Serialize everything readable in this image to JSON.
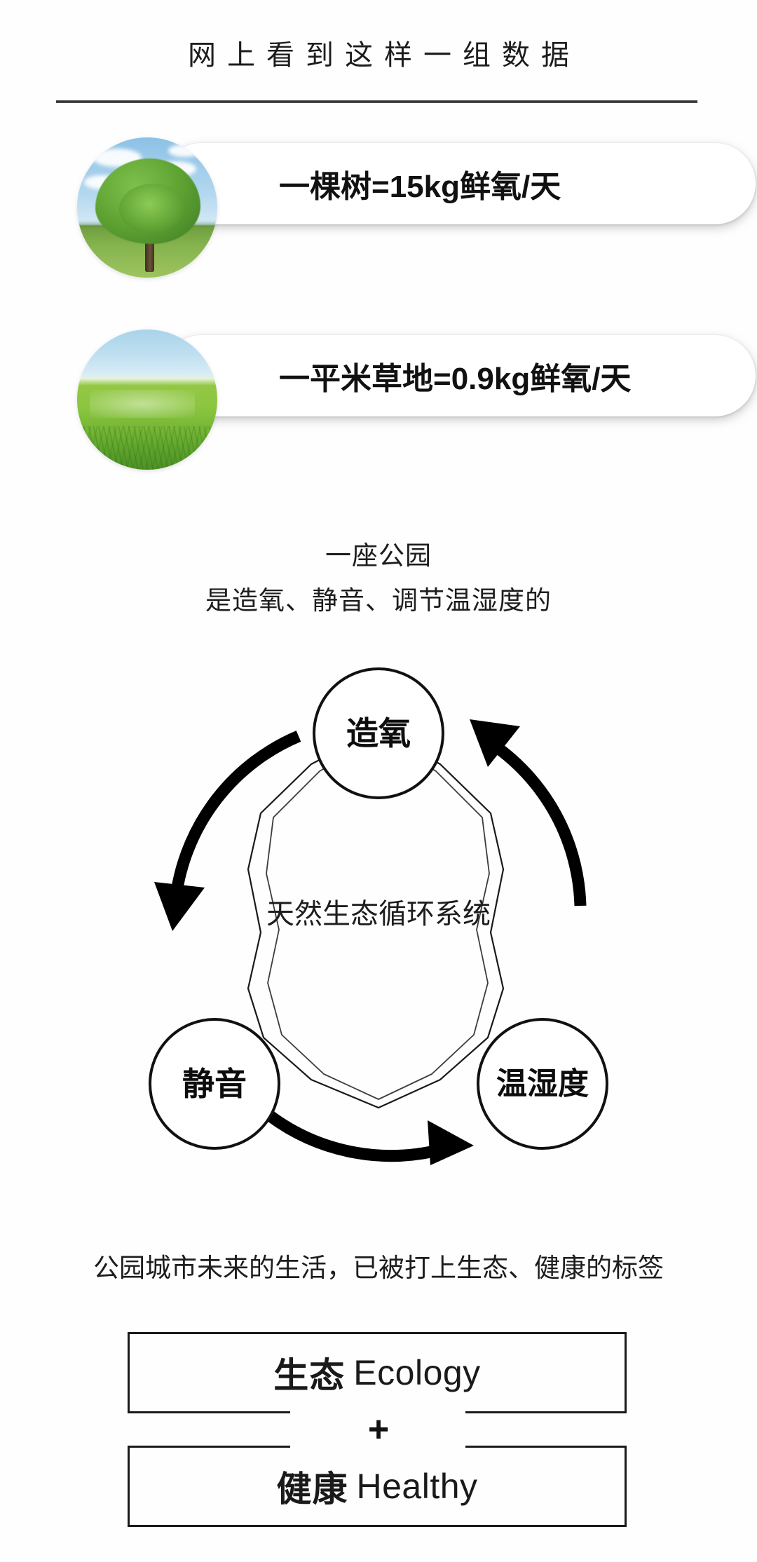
{
  "header": {
    "title": "网上看到这样一组数据"
  },
  "cards": [
    {
      "photo": "tree-photo",
      "label": "一棵树=15kg鲜氧/天"
    },
    {
      "photo": "grass-photo",
      "label": "一平米草地=0.9kg鲜氧/天"
    }
  ],
  "statement": {
    "line1": "一座公园",
    "line2": "是造氧、静音、调节温湿度的"
  },
  "cycle": {
    "center_label": "天然生态循环系统",
    "nodes": [
      {
        "label": "造氧",
        "position": "top"
      },
      {
        "label": "静音",
        "position": "bottom-left"
      },
      {
        "label": "温湿度",
        "position": "bottom-right"
      }
    ]
  },
  "caption": "公园城市未来的生活，已被打上生态、健康的标签",
  "formula": {
    "top": {
      "cn": "生态",
      "en": "Ecology"
    },
    "operator": "+",
    "bottom": {
      "cn": "健康",
      "en": "Healthy"
    }
  },
  "colors": {
    "background": "#fefefe",
    "text": "#1a1a1a",
    "rule": "#2a2a2a",
    "green": "#5fa433",
    "sky": "#a8d3ea"
  }
}
